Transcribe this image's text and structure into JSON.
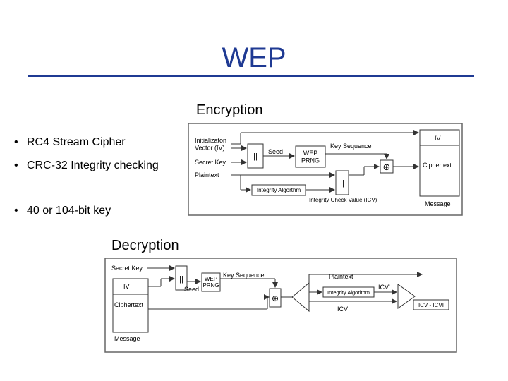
{
  "title": "WEP",
  "bullets": [
    "RC4 Stream Cipher",
    "CRC-32 Integrity checking",
    "40 or 104-bit key"
  ],
  "bullet_glyph": "•",
  "encryption": {
    "heading": "Encryption",
    "labels": {
      "iv_label": "Initializaton\nVector (IV)",
      "secret_key": "Secret Key",
      "plaintext": "Plaintext",
      "seed": "Seed",
      "concat": "||",
      "prng": "WEP\nPRNG",
      "key_sequence": "Key Sequence",
      "iv_box": "IV",
      "xor": "⊕",
      "ciphertext": "Ciphertext",
      "message": "Message",
      "integrity": "Integrity Algorthm",
      "concat2": "||",
      "icv": "Integrity Check Value (ICV)"
    }
  },
  "decryption": {
    "heading": "Decryption",
    "labels": {
      "secret_key": "Secret Key",
      "concat": "||",
      "seed": "Seed",
      "prng": "WEP\nPRNG",
      "key_sequence": "Key Sequence",
      "iv_box": "IV",
      "ciphertext": "Ciphertext",
      "message": "Message",
      "xor": "⊕",
      "plaintext": "Plaintext",
      "integrity": "Integrity Algorithm",
      "icv_prime": "ICV'",
      "icv": "ICV",
      "compare": "ICV - ICVI"
    }
  }
}
